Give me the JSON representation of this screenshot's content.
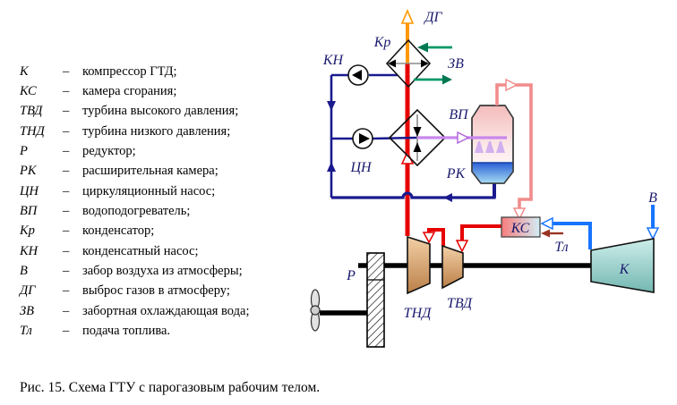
{
  "legend": {
    "items": [
      {
        "abbr": "К",
        "dash": "–",
        "desc": "компрессор ГТД;"
      },
      {
        "abbr": "КС",
        "dash": "–",
        "desc": "камера сгорания;"
      },
      {
        "abbr": "ТВД",
        "dash": "–",
        "desc": "турбина высокого давления;"
      },
      {
        "abbr": "ТНД",
        "dash": "–",
        "desc": "турбина низкого давления;"
      },
      {
        "abbr": "Р",
        "dash": "–",
        "desc": "редуктор;"
      },
      {
        "abbr": "РК",
        "dash": "–",
        "desc": "расширительная камера;"
      },
      {
        "abbr": "ЦН",
        "dash": "–",
        "desc": "циркуляционный насос;"
      },
      {
        "abbr": "ВП",
        "dash": "–",
        "desc": "водоподогреватель;"
      },
      {
        "abbr": "Кр",
        "dash": "–",
        "desc": "конденсатор;"
      },
      {
        "abbr": "КН",
        "dash": "–",
        "desc": "конденсатный насос;"
      },
      {
        "abbr": "В",
        "dash": "–",
        "desc": "забор воздуха из атмосферы;"
      },
      {
        "abbr": "ДГ",
        "dash": "–",
        "desc": "выброс газов в атмосферу;"
      },
      {
        "abbr": "ЗВ",
        "dash": "–",
        "desc": "забортная охлаждающая вода;"
      },
      {
        "abbr": "Тл",
        "dash": "–",
        "desc": "подача топлива."
      }
    ]
  },
  "diagram": {
    "labels": {
      "dg": "ДГ",
      "kr": "Кр",
      "kn": "КН",
      "zv": "ЗВ",
      "vp": "ВП",
      "cn": "ЦН",
      "rk": "РК",
      "ks": "КС",
      "tl": "Тл",
      "v": "В",
      "k": "К",
      "tvd": "ТВД",
      "tnd": "ТНД",
      "r": "Р"
    },
    "colors": {
      "gas_red": "#e60000",
      "exhaust_orange": "#ff9900",
      "water_dark_blue": "#1a1a8f",
      "air_blue": "#1874ff",
      "seawater_green": "#009966",
      "steam_pink": "#f28c8c",
      "hot_water_violet": "#c987ec",
      "fuel_dark_red": "#993322",
      "turbine_tan": "#d49a62",
      "compressor_teal": "#9fd4d0",
      "label_navy": "#1a1a6e"
    }
  },
  "caption": "Рис. 15. Схема ГТУ с парогазовым рабочим телом."
}
